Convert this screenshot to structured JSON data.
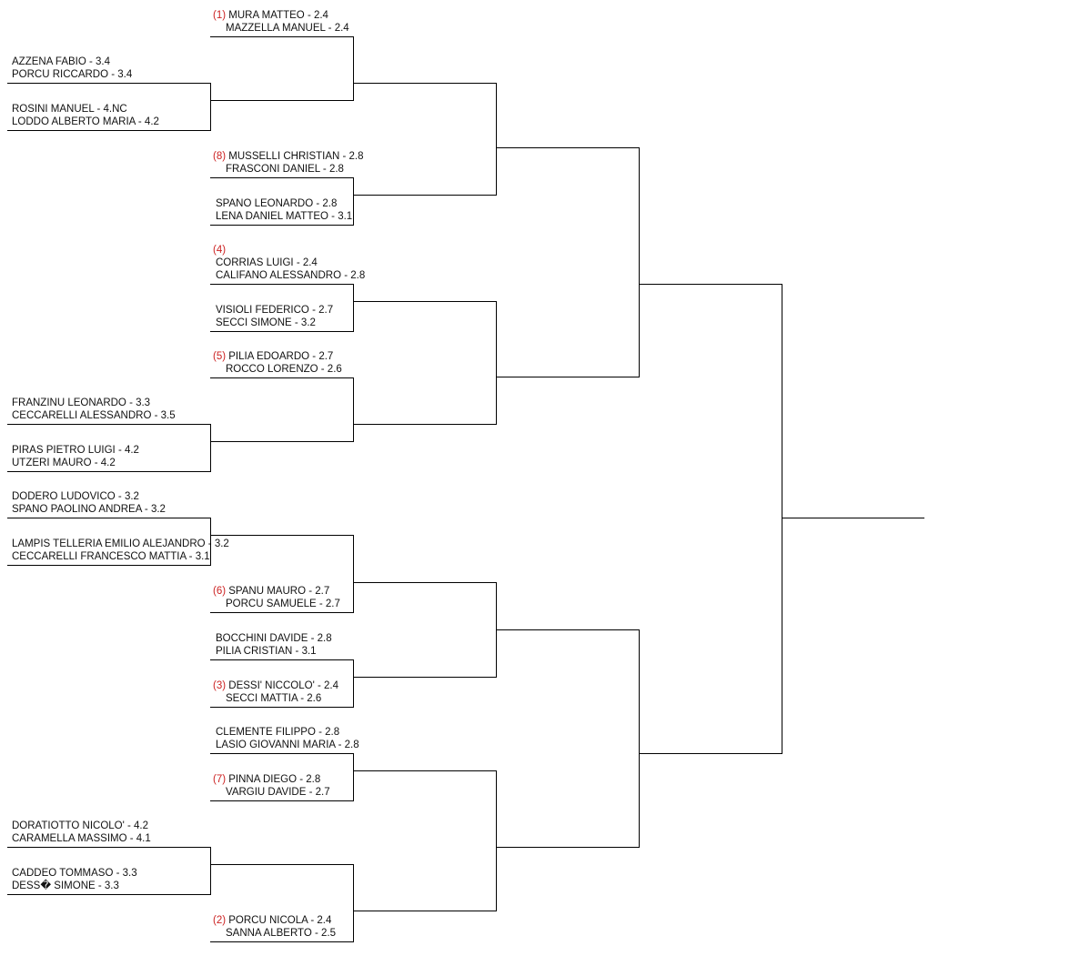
{
  "entries": [
    {
      "seed": "(1)",
      "p1": "MURA MATTEO - 2.4",
      "p2": "MAZZELLA MANUEL - 2.4"
    },
    {
      "seed": "",
      "p1": "AZZENA FABIO - 3.4",
      "p2": "PORCU RICCARDO - 3.4"
    },
    {
      "seed": "",
      "p1": "ROSINI MANUEL - 4.NC",
      "p2": "LODDO ALBERTO MARIA - 4.2"
    },
    {
      "seed": "(8)",
      "p1": "MUSSELLI CHRISTIAN - 2.8",
      "p2": "FRASCONI DANIEL - 2.8"
    },
    {
      "seed": "",
      "p1": "SPANO LEONARDO - 2.8",
      "p2": "LENA DANIEL MATTEO - 3.1"
    },
    {
      "seed": "(4)",
      "p1": "CORRIAS LUIGI - 2.4",
      "p2": "CALIFANO ALESSANDRO - 2.8"
    },
    {
      "seed": "",
      "p1": "VISIOLI FEDERICO - 2.7",
      "p2": "SECCI SIMONE - 3.2"
    },
    {
      "seed": "(5)",
      "p1": "PILIA EDOARDO - 2.7",
      "p2": "ROCCO LORENZO - 2.6"
    },
    {
      "seed": "",
      "p1": "FRANZINU LEONARDO - 3.3",
      "p2": "CECCARELLI ALESSANDRO - 3.5"
    },
    {
      "seed": "",
      "p1": "PIRAS PIETRO LUIGI - 4.2",
      "p2": "UTZERI MAURO - 4.2"
    },
    {
      "seed": "",
      "p1": "DODERO LUDOVICO - 3.2",
      "p2": "SPANO PAOLINO ANDREA - 3.2"
    },
    {
      "seed": "",
      "p1": "LAMPIS TELLERIA EMILIO ALEJANDRO - 3.2",
      "p2": "CECCARELLI FRANCESCO MATTIA - 3.1"
    },
    {
      "seed": "(6)",
      "p1": "SPANU MAURO - 2.7",
      "p2": "PORCU SAMUELE - 2.7"
    },
    {
      "seed": "",
      "p1": "BOCCHINI DAVIDE - 2.8",
      "p2": "PILIA CRISTIAN - 3.1"
    },
    {
      "seed": "(3)",
      "p1": "DESSI' NICCOLO' - 2.4",
      "p2": "SECCI MATTIA - 2.6"
    },
    {
      "seed": "",
      "p1": "CLEMENTE FILIPPO - 2.8",
      "p2": "LASIO GIOVANNI MARIA - 2.8"
    },
    {
      "seed": "(7)",
      "p1": "PINNA DIEGO - 2.8",
      "p2": "VARGIU DAVIDE - 2.7"
    },
    {
      "seed": "",
      "p1": "DORATIOTTO NICOLO' - 4.2",
      "p2": "CARAMELLA MASSIMO - 4.1"
    },
    {
      "seed": "",
      "p1": "CADDEO TOMMASO - 3.3",
      "p2": "DESS� SIMONE - 3.3"
    },
    {
      "seed": "(2)",
      "p1": "PORCU NICOLA - 2.4",
      "p2": "SANNA ALBERTO - 2.5"
    }
  ]
}
